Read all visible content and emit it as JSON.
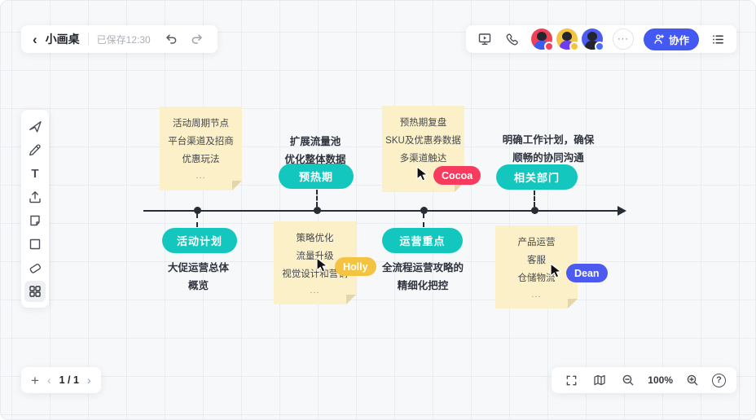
{
  "header": {
    "back_glyph": "‹",
    "title": "小画桌",
    "saved_status": "已保存12:30",
    "more_glyph": "···",
    "collab_label": "协作",
    "collab_color": "#4459F2",
    "avatars": [
      {
        "name": "Cocoa",
        "bg": "#EE4158",
        "shirt": "#3D5BF0",
        "dot": "#F0415A"
      },
      {
        "name": "Holly",
        "bg": "#F5C342",
        "shirt": "#6D3DF0",
        "dot": "#F5C342"
      },
      {
        "name": "Dean",
        "bg": "#4D5BF0",
        "shirt": "#23262E",
        "dot": "#4D6BF5"
      }
    ]
  },
  "toolbar": {
    "text_tool_glyph": "T"
  },
  "canvas": {
    "pill_color": "#14C7BE",
    "note_color": "#FBF0C7",
    "timeline_color": "#272C35",
    "pills": [
      {
        "label": "预热期"
      },
      {
        "label": "相关部门"
      },
      {
        "label": "活动计划"
      },
      {
        "label": "运营重点"
      }
    ],
    "notes": [
      {
        "line1": "活动周期节点",
        "line2": "平台渠道及招商",
        "line3": "优惠玩法",
        "more": "..."
      },
      {
        "line1": "预热期复盘",
        "line2": "SKU及优惠券数据",
        "line3": "多渠道触达",
        "more": ""
      },
      {
        "line1": "策略优化",
        "line2": "流量升级",
        "line3": "视觉设计和营销",
        "more": "..."
      },
      {
        "line1": "产品运营",
        "line2": "客服",
        "line3": "仓储物流",
        "more": "..."
      }
    ],
    "texts": [
      {
        "line1": "扩展流量池",
        "line2": "优化整体数据"
      },
      {
        "line1": "明确工作计划，确保",
        "line2": "顺畅的协同沟通"
      },
      {
        "line1": "大促运营总体",
        "line2": "概览"
      },
      {
        "line1": "全流程运营攻略的",
        "line2": "精细化把控"
      }
    ],
    "cursors": [
      {
        "name": "Cocoa",
        "color": "#F73B5E"
      },
      {
        "name": "Holly",
        "color": "#F5C342"
      },
      {
        "name": "Dean",
        "color": "#4D5AF0"
      }
    ]
  },
  "footer": {
    "add_glyph": "+",
    "prev_glyph": "‹",
    "page_indicator": "1 / 1",
    "next_glyph": "›",
    "zoom_level": "100%",
    "help_glyph": "?"
  }
}
